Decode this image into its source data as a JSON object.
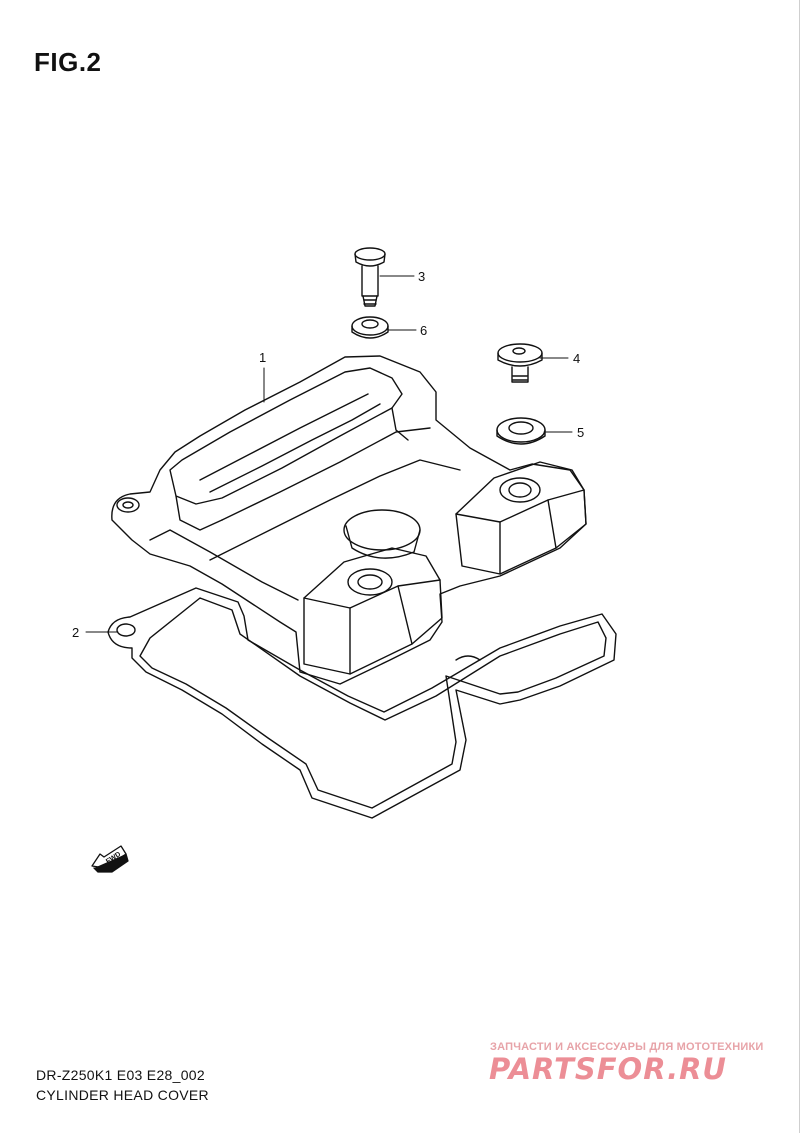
{
  "figure": {
    "title": "FIG.2"
  },
  "callouts": [
    {
      "label": "1",
      "part": "cylinder-head-cover"
    },
    {
      "label": "2",
      "part": "gasket"
    },
    {
      "label": "3",
      "part": "bolt"
    },
    {
      "label": "4",
      "part": "bolt"
    },
    {
      "label": "5",
      "part": "seal-washer"
    },
    {
      "label": "6",
      "part": "seal-washer"
    }
  ],
  "direction_badge": {
    "label": "FWD",
    "icon": "fwd-arrow-icon"
  },
  "footer": {
    "model_code": "DR-Z250K1 E03 E28_002",
    "section_name": "CYLINDER HEAD COVER"
  },
  "watermark": {
    "tagline": "ЗАПЧАСТИ И АКСЕССУАРЫ ДЛЯ МОТОТЕХНИКИ",
    "logo_text": "PARTSFOR.RU"
  }
}
